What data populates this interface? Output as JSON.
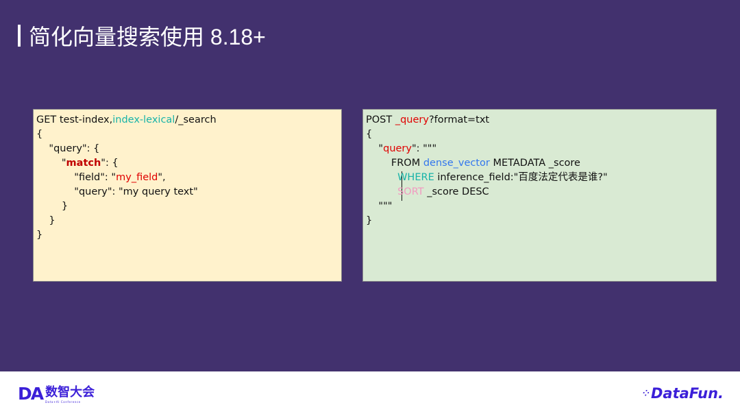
{
  "title": "简化向量搜索使用 8.18+",
  "colors": {
    "background": "#42316e",
    "left_box": "#fff2cc",
    "right_box": "#d9ead3",
    "red": "#e00000",
    "teal": "#17b3a8",
    "blue": "#3377ee",
    "pink": "#f29ac0"
  },
  "left_code": [
    [
      {
        "t": "GET test-index,"
      },
      {
        "t": "index-lexical",
        "c": "#17b3a8"
      },
      {
        "t": "/_search"
      }
    ],
    [
      {
        "t": "{"
      }
    ],
    [
      {
        "t": "    \"query\": {"
      }
    ],
    [
      {
        "t": "        \""
      },
      {
        "t": "match",
        "c": "#c00000",
        "b": true
      },
      {
        "t": "\": {"
      }
    ],
    [
      {
        "t": "            \"field\": \""
      },
      {
        "t": "my_field",
        "c": "#e00000"
      },
      {
        "t": "\","
      }
    ],
    [
      {
        "t": "            \"query\": \"my query text\""
      }
    ],
    [
      {
        "t": "        }"
      }
    ],
    [
      {
        "t": "    }"
      }
    ],
    [
      {
        "t": "}"
      }
    ]
  ],
  "right_code": [
    [
      {
        "t": "POST "
      },
      {
        "t": "_query",
        "c": "#e00000"
      },
      {
        "t": "?format=txt"
      }
    ],
    [
      {
        "t": "{"
      }
    ],
    [
      {
        "t": "    \""
      },
      {
        "t": "query",
        "c": "#e00000"
      },
      {
        "t": "\": \"\"\""
      }
    ],
    [
      {
        "t": "        FROM "
      },
      {
        "t": "dense_vector",
        "c": "#3377ee"
      },
      {
        "t": " METADATA _score"
      }
    ],
    [
      {
        "t": "          "
      },
      {
        "t": "WHERE",
        "c": "#17b3a8"
      },
      {
        "t": " inference_field:\"百度法定代表是谁?\""
      }
    ],
    [
      {
        "t": "          "
      },
      {
        "t": "SORT",
        "c": "#f29ac0"
      },
      {
        "t": " _score DESC"
      }
    ],
    [
      {
        "t": "    \"\"\""
      }
    ],
    [
      {
        "t": "}"
      }
    ]
  ],
  "footer": {
    "left_logo_mark": "DA",
    "left_logo_text": "数智大会",
    "left_logo_sub": "Data+AI Conference",
    "right_logo": "DataFun."
  }
}
